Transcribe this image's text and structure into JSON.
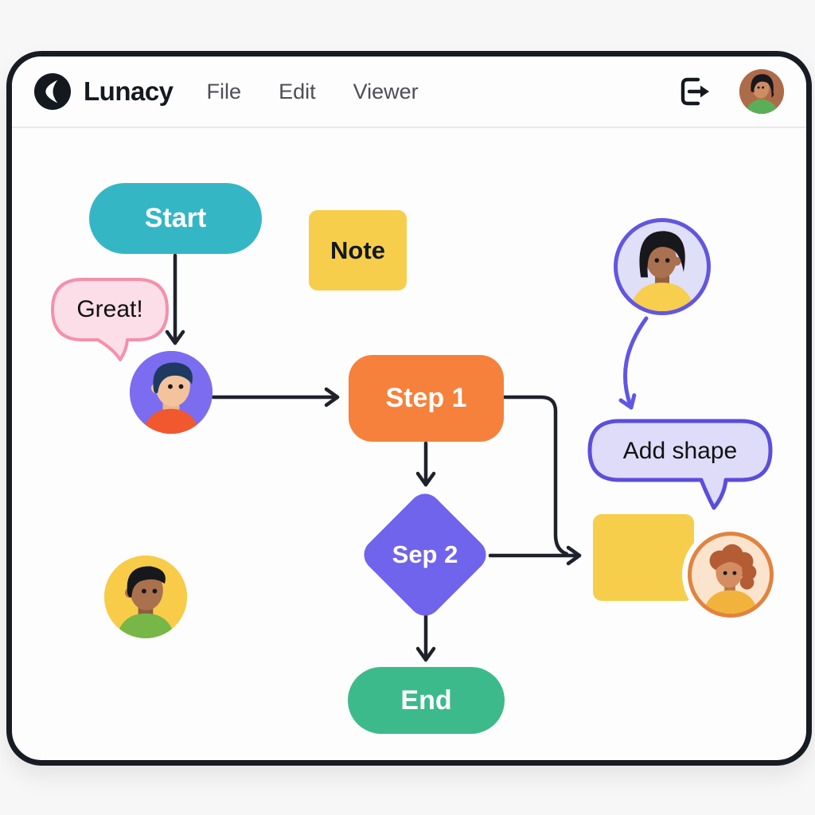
{
  "header": {
    "app_title": "Lunacy",
    "menu": [
      {
        "label": "File"
      },
      {
        "label": "Edit"
      },
      {
        "label": "Viewer"
      }
    ],
    "icons": {
      "logo": "lunacy-crescent-icon",
      "export": "export-arrow-icon",
      "avatar": "user-avatar-green-shirt"
    }
  },
  "canvas": {
    "nodes": {
      "start": {
        "label": "Start",
        "shape": "pill",
        "color": "#35b6c5"
      },
      "note": {
        "label": "Note",
        "shape": "sticky",
        "color": "#f6ce4b"
      },
      "step1": {
        "label": "Step 1",
        "shape": "rounded-rect",
        "color": "#f5813c"
      },
      "step2": {
        "label": "Sep 2",
        "shape": "diamond",
        "color": "#7064ec"
      },
      "end": {
        "label": "End",
        "shape": "pill",
        "color": "#3cba8b"
      },
      "sticky_blank": {
        "label": "",
        "shape": "sticky",
        "color": "#f6ce4b"
      }
    },
    "bubbles": {
      "great": {
        "label": "Great!",
        "fill": "#fcdee8",
        "border": "#f490ac"
      },
      "add_shape": {
        "label": "Add shape",
        "fill": "#dedcf9",
        "border": "#5a4edb"
      }
    },
    "avatars": [
      {
        "id": "purple-collaborator",
        "ring": "#7b6cf0"
      },
      {
        "id": "lavender-collaborator",
        "ring": "#6256e0"
      },
      {
        "id": "orange-collaborator",
        "ring": "#e0833f"
      },
      {
        "id": "yellow-collaborator",
        "ring": "#f8cc49"
      }
    ],
    "colors": {
      "connector": "#1e222b",
      "pointer_arrow": "#6155e3",
      "window_frame": "#171c24",
      "canvas_bg": "#fdfdfd",
      "outer_bg": "#f7f7f8"
    }
  }
}
